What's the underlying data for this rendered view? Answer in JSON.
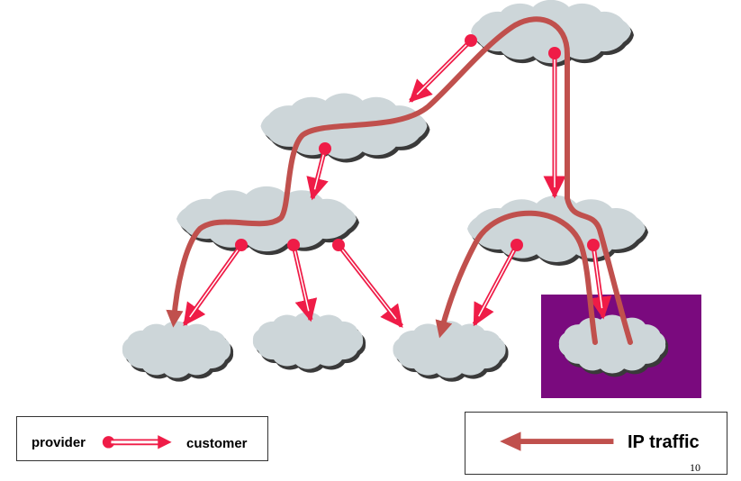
{
  "legend": {
    "provider_label": "provider",
    "customer_label": "customer",
    "traffic_label": "IP traffic"
  },
  "page_number": "10",
  "colors": {
    "cloud_fill": "#cdd6d9",
    "cloud_shadow": "#3a3a3a",
    "provider_customer_link": "#ef1c47",
    "ip_traffic": "#c0504d",
    "highlight_box": "#7a0a7e"
  },
  "icons": {
    "cloud": "cloud-icon",
    "provider_dot": "circle-dot-icon",
    "relationship_arrow": "double-line-arrow-icon",
    "traffic_arrow": "thick-arrow-icon"
  }
}
